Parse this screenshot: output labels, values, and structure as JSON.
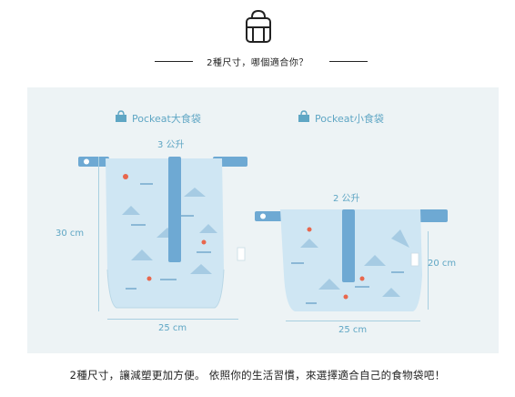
{
  "page": {
    "heading": "2種尺寸，哪個適合你？",
    "caption": "2種尺寸，讓減塑更加方便。 依照你的生活習慣，來選擇適合自己的食物袋吧！"
  },
  "large_bag": {
    "name": "Pockeat大食袋",
    "capacity": "3 公升",
    "height": "30 cm",
    "width": "25 cm",
    "icon": "bag-icon"
  },
  "small_bag": {
    "name": "Pockeat小食袋",
    "capacity": "2 公升",
    "height": "20 cm",
    "width": "25 cm",
    "icon": "bag-icon"
  },
  "colors": {
    "bag_fabric": "#cfe6f3",
    "strap": "#6ea9d3",
    "label_text": "#5fa6c4",
    "panel_bg": "#edf3f5"
  }
}
